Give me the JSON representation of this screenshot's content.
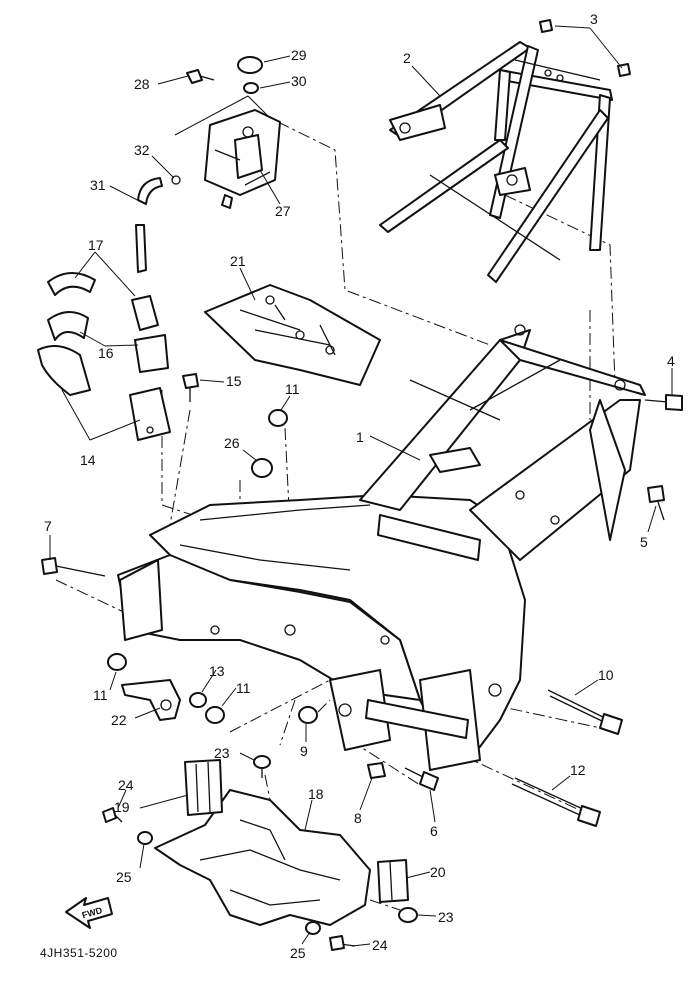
{
  "diagram": {
    "part_numbers": [
      "1",
      "2",
      "3",
      "4",
      "5",
      "6",
      "7",
      "8",
      "9",
      "10",
      "11",
      "12",
      "13",
      "14",
      "15",
      "16",
      "17",
      "18",
      "19",
      "20",
      "21",
      "22",
      "23",
      "24",
      "25",
      "26",
      "27",
      "28",
      "29",
      "30",
      "31",
      "32"
    ],
    "callouts": {
      "c1": "1",
      "c2": "2",
      "c3": "3",
      "c4": "4",
      "c5": "5",
      "c6": "6",
      "c7": "7",
      "c8": "8",
      "c9": "9",
      "c10": "10",
      "c11a": "11",
      "c11b": "11",
      "c11c": "11",
      "c12": "12",
      "c13": "13",
      "c14": "14",
      "c15": "15",
      "c16": "16",
      "c17": "17",
      "c18": "18",
      "c19": "19",
      "c20": "20",
      "c21": "21",
      "c22": "22",
      "c23a": "23",
      "c23b": "23",
      "c24a": "24",
      "c24b": "24",
      "c25a": "25",
      "c25b": "25",
      "c26": "26",
      "c27": "27",
      "c28": "28",
      "c29": "29",
      "c30": "30",
      "c31": "31",
      "c32": "32"
    },
    "front_arrow_label": "FWD",
    "drawing_code": "4JH351-5200"
  }
}
